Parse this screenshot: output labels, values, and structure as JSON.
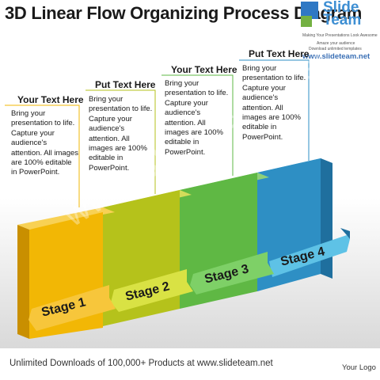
{
  "title": "3D Linear Flow Organizing Process Diagram",
  "logo": {
    "name": "Slide\nTeam",
    "tagline": "Making Your Presentations Look Awesome",
    "promo_line1": "Amaze your audience",
    "promo_line2": "Download unlimited templates",
    "url": "www.slideteam.net"
  },
  "callouts": [
    {
      "heading": "Your Text Here",
      "body": "Bring your presentation to life. Capture your audience's attention. All images are 100% editable in PowerPoint."
    },
    {
      "heading": "Put Text Here",
      "body": "Bring your presentation to life. Capture your audience's attention. All images are 100% editable in PowerPoint."
    },
    {
      "heading": "Your Text Here",
      "body": "Bring your presentation to life. Capture your audience's attention. All images are 100% editable in PowerPoint."
    },
    {
      "heading": "Put Text Here",
      "body": "Bring your presentation to life. Capture your audience's attention. All images are 100% editable in PowerPoint."
    }
  ],
  "stages": [
    {
      "label": "Stage 1",
      "color": "#f2b705"
    },
    {
      "label": "Stage 2",
      "color": "#b5c21b"
    },
    {
      "label": "Stage 3",
      "color": "#5fb844"
    },
    {
      "label": "Stage 4",
      "color": "#2e8fc4"
    }
  ],
  "watermark": "www.SlideTeam.net",
  "footer": "Unlimited Downloads of 100,000+ Products at www.slideteam.net",
  "footer_logo": "Your Logo"
}
